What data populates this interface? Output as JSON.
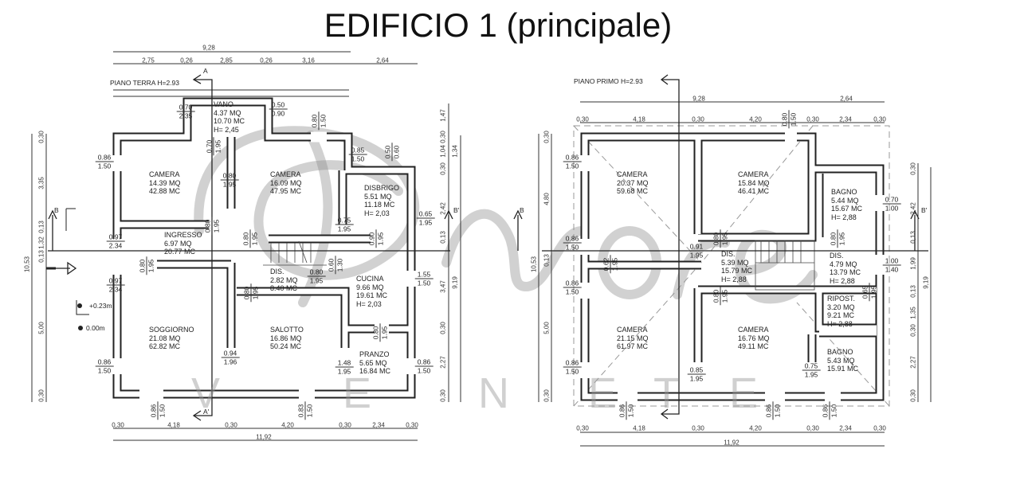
{
  "title": "EDIFICIO 1 (principale)",
  "watermark": {
    "script": "Dimore",
    "letters": [
      "V",
      "E",
      "N",
      "E",
      "T",
      "E"
    ]
  },
  "ground": {
    "label": "PIANO TERRA H=2.93",
    "levels": [
      "+0.23m",
      "0.00m"
    ],
    "sections": [
      "A",
      "A'",
      "B",
      "B'"
    ],
    "rooms": [
      {
        "name": "VANO",
        "area": "4.37 MQ",
        "volume": "10.70 MC",
        "height": "H= 2,45"
      },
      {
        "name": "CAMERA",
        "area": "14.39 MQ",
        "volume": "42.88 MC"
      },
      {
        "name": "CAMERA",
        "area": "16.09 MQ",
        "volume": "47.95 MC"
      },
      {
        "name": "DISBRIGO",
        "area": "5.51 MQ",
        "volume": "11.18 MC",
        "height": "H= 2,03"
      },
      {
        "name": "INGRESSO",
        "area": "6.97 MQ",
        "volume": "20.77 MC"
      },
      {
        "name": "DIS.",
        "area": "2.82 MQ",
        "volume": "8.40 MC"
      },
      {
        "name": "CUCINA",
        "area": "9.66 MQ",
        "volume": "19.61 MC",
        "height": "H= 2,03"
      },
      {
        "name": "SOGGIORNO",
        "area": "21.08 MQ",
        "volume": "62.82 MC"
      },
      {
        "name": "SALOTTO",
        "area": "16.86 MQ",
        "volume": "50.24 MC"
      },
      {
        "name": "PRANZO",
        "area": "5.65 MQ",
        "volume": "16.84 MC"
      }
    ],
    "dims": [
      "9,28",
      "2,75",
      "0,26",
      "2,85",
      "0,26",
      "3,16",
      "2,64",
      "0,30",
      "4,18",
      "0,30",
      "4,20",
      "0,30",
      "2,34",
      "0,30",
      "11,92",
      "0,30",
      "3,35",
      "0,13",
      "1,32",
      "0,13",
      "10,53",
      "5,00",
      "0,30",
      "1,47",
      "0,30",
      "1,04",
      "1,34",
      "0,30",
      "2,42",
      "0,13",
      "3,47",
      "9,19",
      "0,30",
      "2,27",
      "0,30"
    ],
    "openings": [
      {
        "top": "0.70",
        "bottom": "2.35"
      },
      {
        "top": "0.50",
        "bottom": "0.90"
      },
      {
        "top": "0.86",
        "bottom": "1.50"
      },
      {
        "top": "0.80",
        "bottom": "1.95"
      },
      {
        "top": "0.85",
        "bottom": "1.50"
      },
      {
        "top": "0.75",
        "bottom": "1.95"
      },
      {
        "top": "0.65",
        "bottom": "1.95"
      },
      {
        "top": "0.97",
        "bottom": "2.34"
      },
      {
        "top": "0.97",
        "bottom": "2.34"
      },
      {
        "top": "0.80",
        "bottom": "1.95"
      },
      {
        "top": "1.55",
        "bottom": "1.50"
      },
      {
        "top": "0.94",
        "bottom": "1.96"
      },
      {
        "top": "1.48",
        "bottom": "1.95"
      },
      {
        "top": "0.86",
        "bottom": "1.50"
      },
      {
        "top": "0.86",
        "bottom": "1.50"
      },
      {
        "top": "0.80",
        "bottom": "1.50"
      },
      {
        "top": "0.50",
        "bottom": "0.60"
      },
      {
        "top": "0.70",
        "bottom": "1.95"
      },
      {
        "top": "0.80",
        "bottom": "1.95"
      },
      {
        "top": "0.80",
        "bottom": "1.95"
      },
      {
        "top": "0.90",
        "bottom": "1.95"
      },
      {
        "top": "0.80",
        "bottom": "1.95"
      },
      {
        "top": "0.60",
        "bottom": "1.30"
      },
      {
        "top": "0.80",
        "bottom": "1.95"
      },
      {
        "top": "0.80",
        "bottom": "1.95"
      },
      {
        "top": "0.86",
        "bottom": "1.50"
      },
      {
        "top": "0.83",
        "bottom": "1.50"
      }
    ]
  },
  "first": {
    "label": "PIANO PRIMO H=2.93",
    "sections": [
      "B",
      "B'"
    ],
    "rooms": [
      {
        "name": "CAMERA",
        "area": "20.37 MQ",
        "volume": "59.68 MC"
      },
      {
        "name": "CAMERA",
        "area": "15.84 MQ",
        "volume": "46.41 MC"
      },
      {
        "name": "BAGNO",
        "area": "5.44 MQ",
        "volume": "15.67 MC",
        "height": "H= 2,88"
      },
      {
        "name": "DIS.",
        "area": "5.39 MQ",
        "volume": "15.79 MC",
        "height": "H= 2,88"
      },
      {
        "name": "DIS.",
        "area": "4.79 MQ",
        "volume": "13.79 MC",
        "height": "H= 2,88"
      },
      {
        "name": "RIPOST.",
        "area": "3.20 MQ",
        "volume": "9.21 MC",
        "height": "H= 2,88"
      },
      {
        "name": "CAMERA",
        "area": "21.15 MQ",
        "volume": "61.97 MC"
      },
      {
        "name": "CAMERA",
        "area": "16.76 MQ",
        "volume": "49.11 MC"
      },
      {
        "name": "BAGNO",
        "area": "5.43 MQ",
        "volume": "15.91 MC"
      }
    ],
    "dims": [
      "9,28",
      "2,64",
      "0,30",
      "4,18",
      "0,30",
      "4,20",
      "0,30",
      "2,34",
      "0,30",
      "0,30",
      "4,18",
      "0,30",
      "4,20",
      "0,30",
      "2,34",
      "0,30",
      "11,92",
      "0,30",
      "4,80",
      "10,53",
      "0,13",
      "5,00",
      "0,30",
      "0,30",
      "2,42",
      "0,13",
      "1,99",
      "0,13",
      "1,35",
      "0,30",
      "2,27",
      "0,30",
      "9,19"
    ],
    "openings": [
      {
        "top": "0.86",
        "bottom": "1.50"
      },
      {
        "top": "0.86",
        "bottom": "1.50"
      },
      {
        "top": "0.86",
        "bottom": "1.50"
      },
      {
        "top": "0.86",
        "bottom": "1.50"
      },
      {
        "top": "0.91",
        "bottom": "1.95"
      },
      {
        "top": "0.70",
        "bottom": "1.00"
      },
      {
        "top": "1.00",
        "bottom": "1.40"
      },
      {
        "top": "0.85",
        "bottom": "1.95"
      },
      {
        "top": "0.75",
        "bottom": "1.95"
      },
      {
        "top": "0.80",
        "bottom": "1.50"
      },
      {
        "top": "0.62",
        "bottom": "1.95"
      },
      {
        "top": "0.80",
        "bottom": "1.95"
      },
      {
        "top": "0.80",
        "bottom": "1.95"
      },
      {
        "top": "0.80",
        "bottom": "1.95"
      },
      {
        "top": "0.65",
        "bottom": "1.95"
      },
      {
        "top": "0.86",
        "bottom": "1.50"
      },
      {
        "top": "0.86",
        "bottom": "1.50"
      },
      {
        "top": "0.86",
        "bottom": "1.50"
      }
    ]
  }
}
